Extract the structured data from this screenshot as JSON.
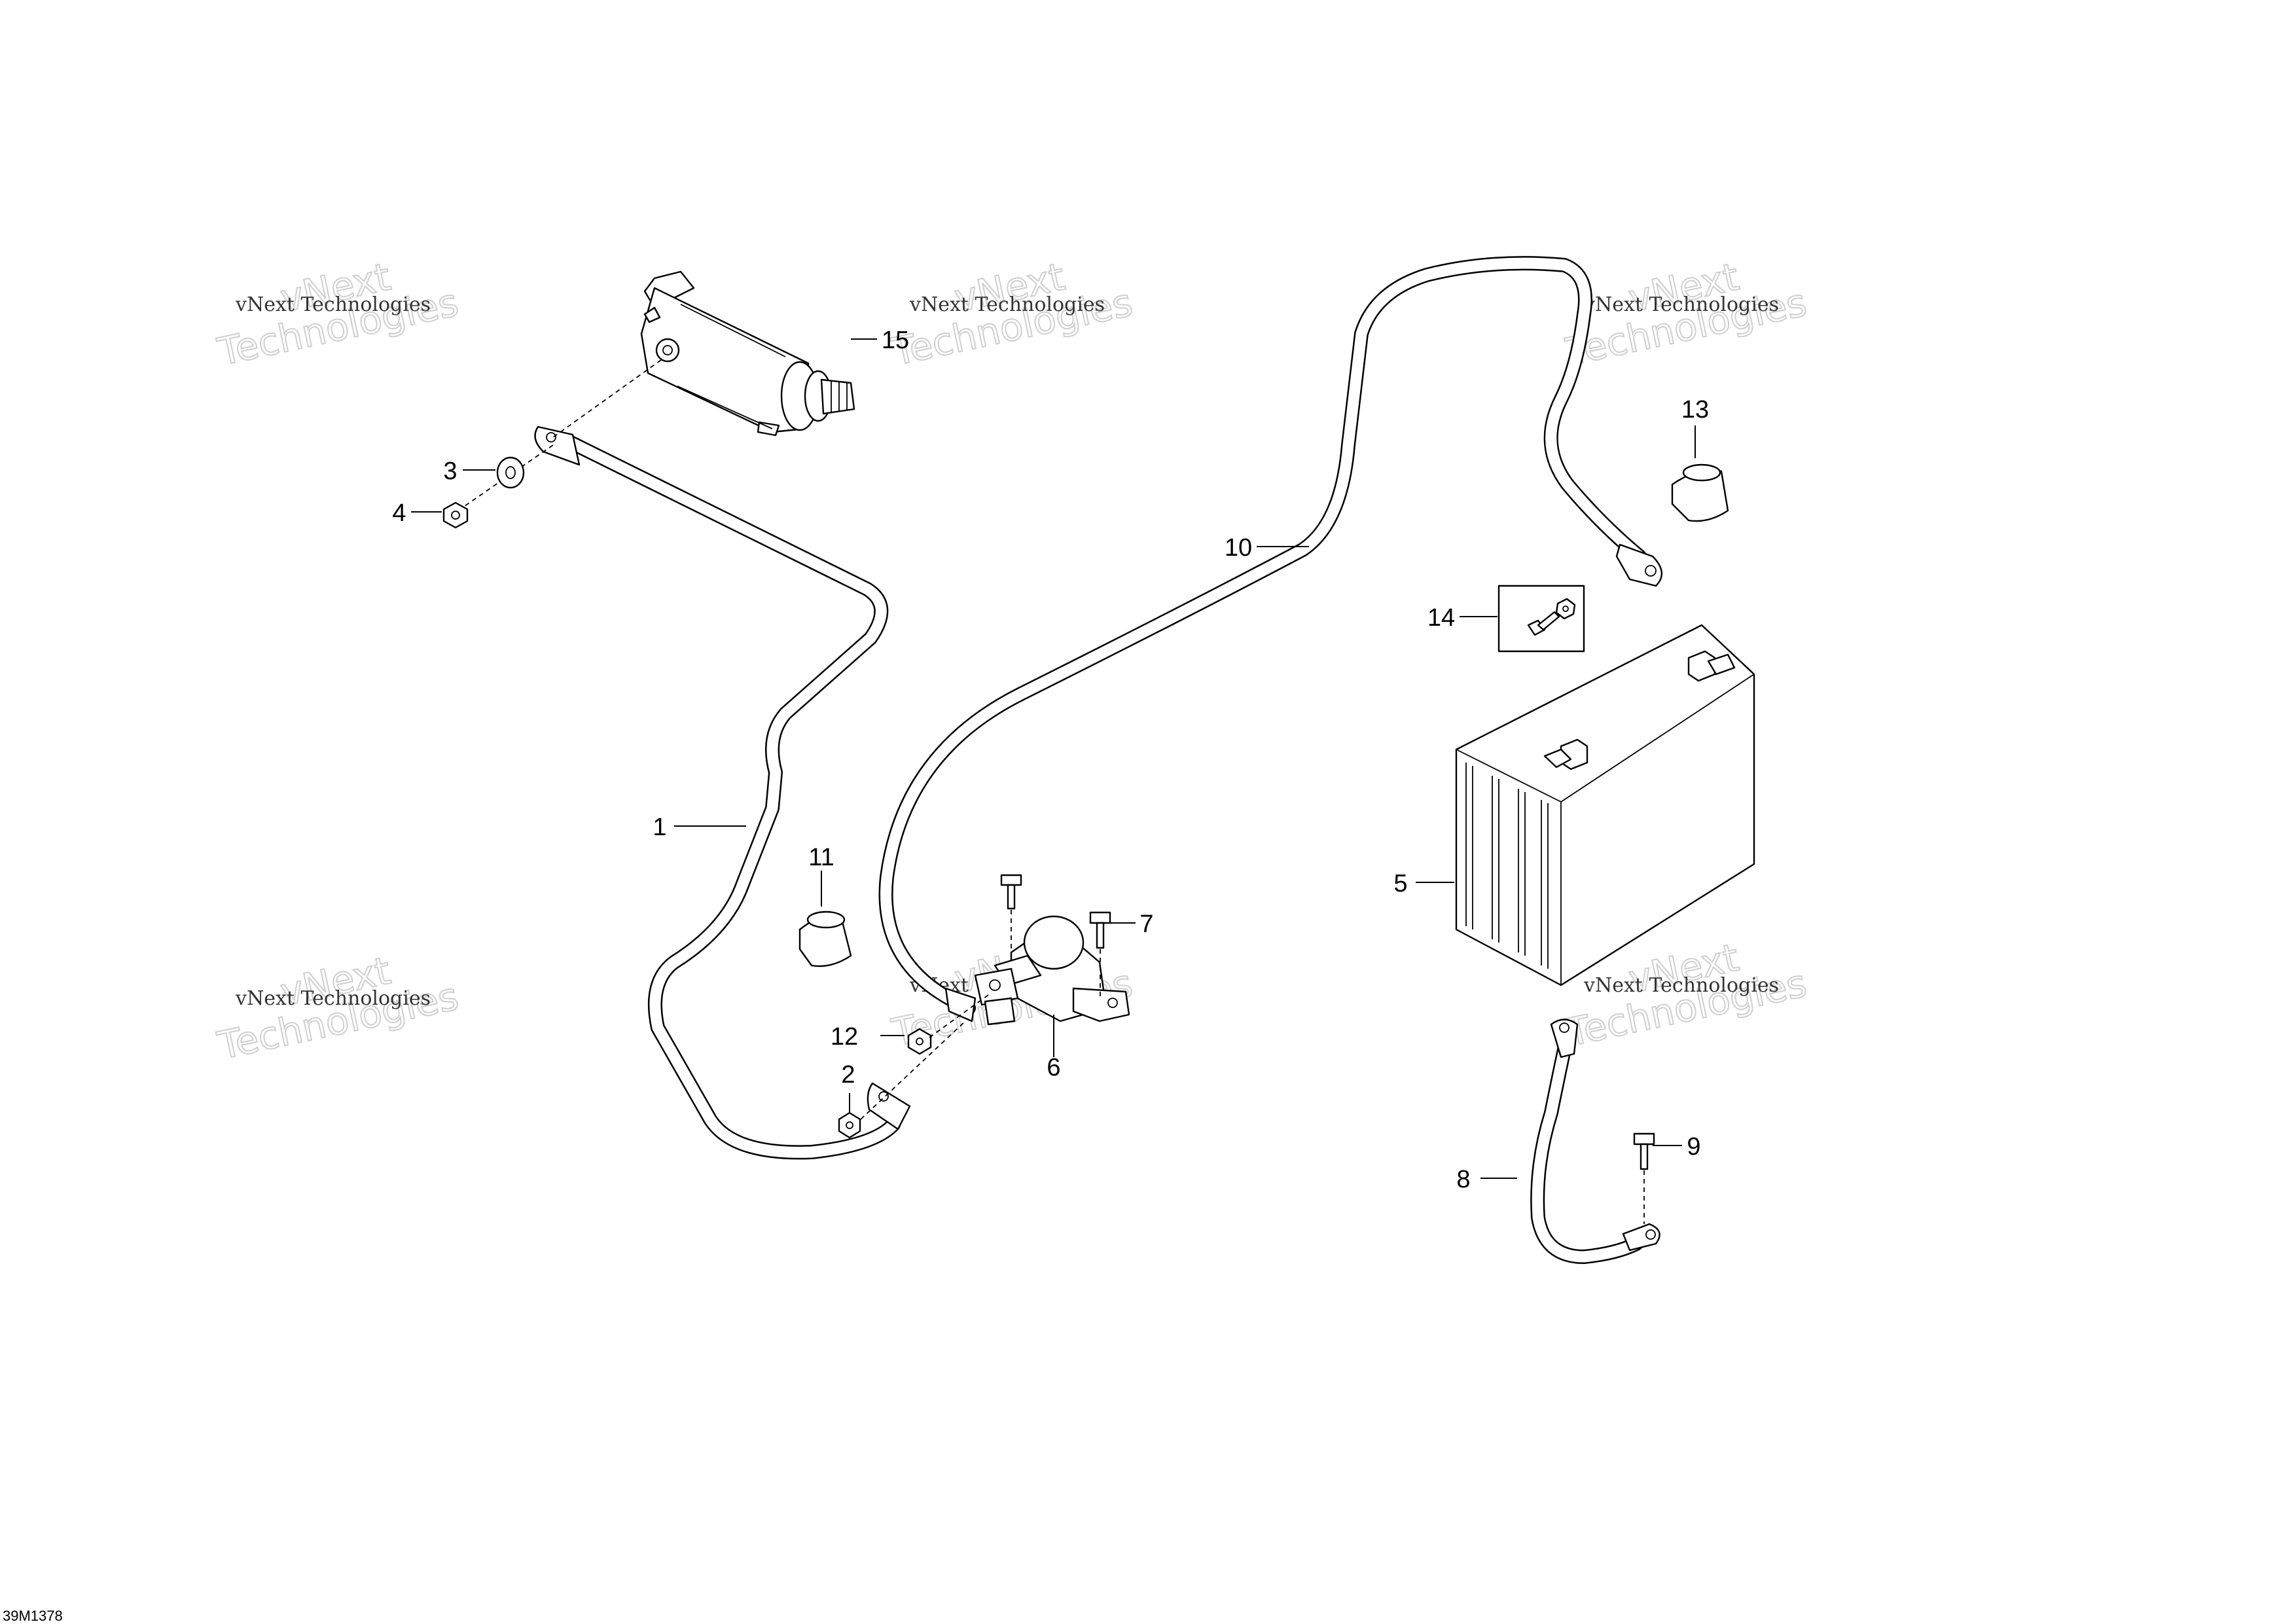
{
  "drawing_code": "39M1378",
  "watermark": {
    "line1": "vNext Technologies",
    "line2a": "vNext",
    "line2b": "Technologies"
  },
  "callouts": [
    {
      "id": "1",
      "text": "1"
    },
    {
      "id": "2",
      "text": "2"
    },
    {
      "id": "3",
      "text": "3"
    },
    {
      "id": "4",
      "text": "4"
    },
    {
      "id": "5",
      "text": "5"
    },
    {
      "id": "6",
      "text": "6"
    },
    {
      "id": "7",
      "text": "7"
    },
    {
      "id": "8",
      "text": "8"
    },
    {
      "id": "9",
      "text": "9"
    },
    {
      "id": "10",
      "text": "10"
    },
    {
      "id": "11",
      "text": "11"
    },
    {
      "id": "12",
      "text": "12"
    },
    {
      "id": "13",
      "text": "13"
    },
    {
      "id": "14",
      "text": "14"
    },
    {
      "id": "15",
      "text": "15"
    }
  ]
}
